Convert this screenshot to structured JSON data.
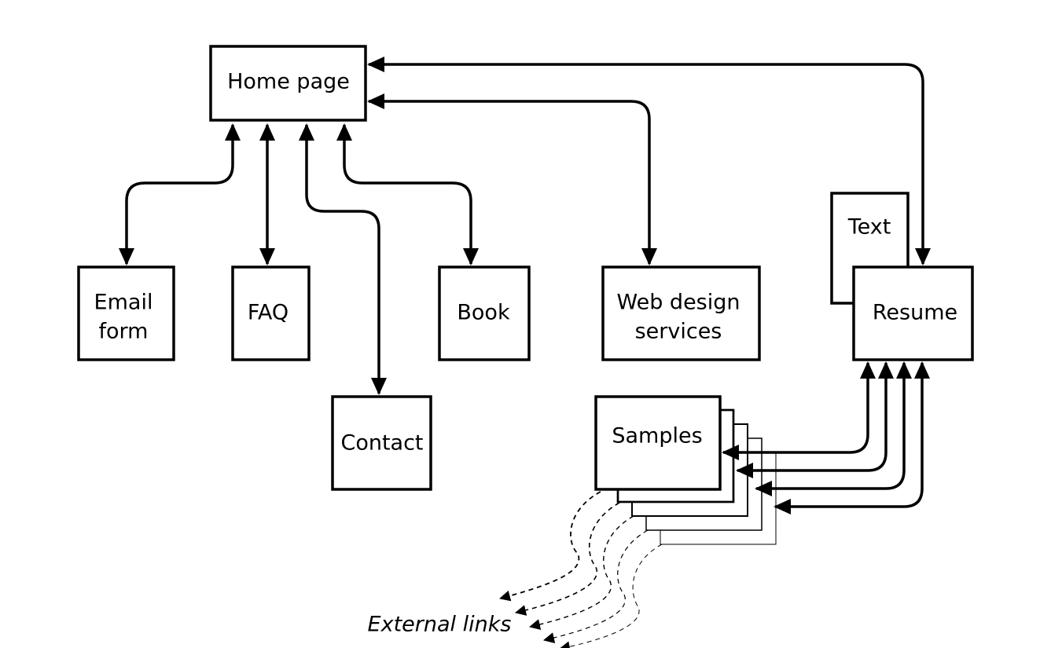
{
  "nodes": {
    "home": "Home page",
    "email_line1": "Email",
    "email_line2": "form",
    "faq": "FAQ",
    "contact": "Contact",
    "book": "Book",
    "webdesign_line1": "Web design",
    "webdesign_line2": "services",
    "text": "Text",
    "resume": "Resume",
    "samples": "Samples"
  },
  "external_links_label": "External links",
  "colors": {
    "stroke": "#000000",
    "fill": "#ffffff"
  }
}
